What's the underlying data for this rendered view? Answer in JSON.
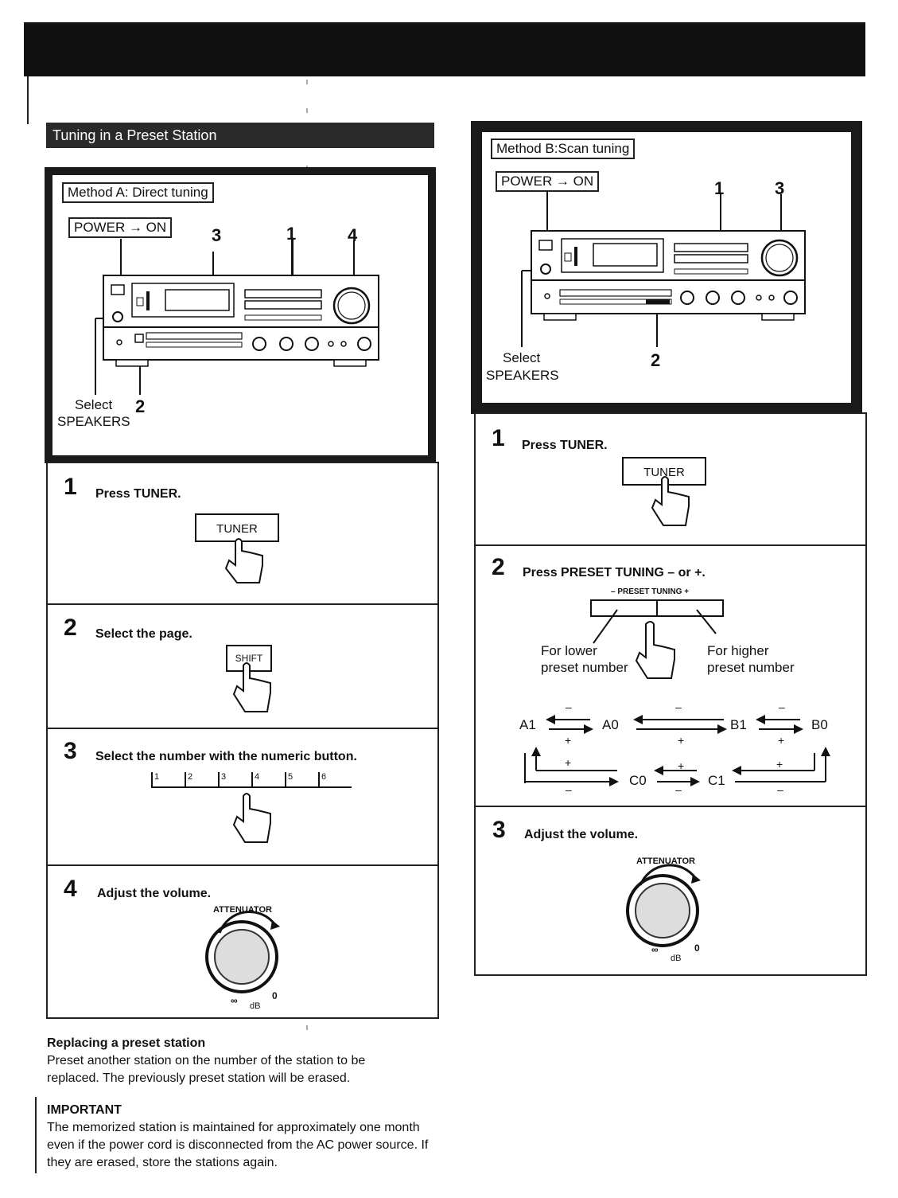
{
  "header": {
    "section_title": "Tuning in a Preset Station"
  },
  "method_a": {
    "title": "Method A: Direct tuning",
    "power_label": "POWER → ON",
    "callouts": [
      "3",
      "1",
      "4",
      "2"
    ],
    "speakers_label": [
      "Select",
      "SPEAKERS"
    ],
    "steps": [
      {
        "num": "1",
        "text": "Press TUNER.",
        "button": "TUNER"
      },
      {
        "num": "2",
        "text": "Select the page.",
        "button": "SHIFT"
      },
      {
        "num": "3",
        "text": "Select the number with the numeric button.",
        "keys": [
          "1",
          "2",
          "3",
          "4",
          "5",
          "6"
        ]
      },
      {
        "num": "4",
        "text": "Adjust the volume.",
        "knob_label": "ATTENUATOR",
        "knob_min": "∞",
        "knob_max": "0",
        "knob_unit": "dB"
      }
    ]
  },
  "method_b": {
    "title": "Method B:Scan tuning",
    "power_label": "POWER → ON",
    "callouts": [
      "1",
      "3",
      "2"
    ],
    "speakers_label": [
      "Select",
      "SPEAKERS"
    ],
    "steps": [
      {
        "num": "1",
        "text": "Press TUNER.",
        "button": "TUNER"
      },
      {
        "num": "2",
        "text": "Press PRESET TUNING – or +.",
        "preset_label": "– PRESET TUNING +",
        "lower": [
          "For lower",
          "preset number"
        ],
        "higher": [
          "For higher",
          "preset number"
        ],
        "cycle": [
          "A1",
          "A0",
          "B1",
          "B0",
          "C0",
          "C1"
        ],
        "minus": "–",
        "plus": "+"
      },
      {
        "num": "3",
        "text": "Adjust the volume.",
        "knob_label": "ATTENUATOR",
        "knob_min": "∞",
        "knob_max": "0",
        "knob_unit": "dB"
      }
    ]
  },
  "notes": {
    "replacing_title": "Replacing a preset station",
    "replacing_text": "Preset another station on the number of the station to be replaced. The previously preset station will be erased.",
    "important_title": "IMPORTANT",
    "important_text": "The memorized station is maintained for approximately one month even if the power cord is disconnected from the AC power source. If they are erased, store the stations again."
  }
}
